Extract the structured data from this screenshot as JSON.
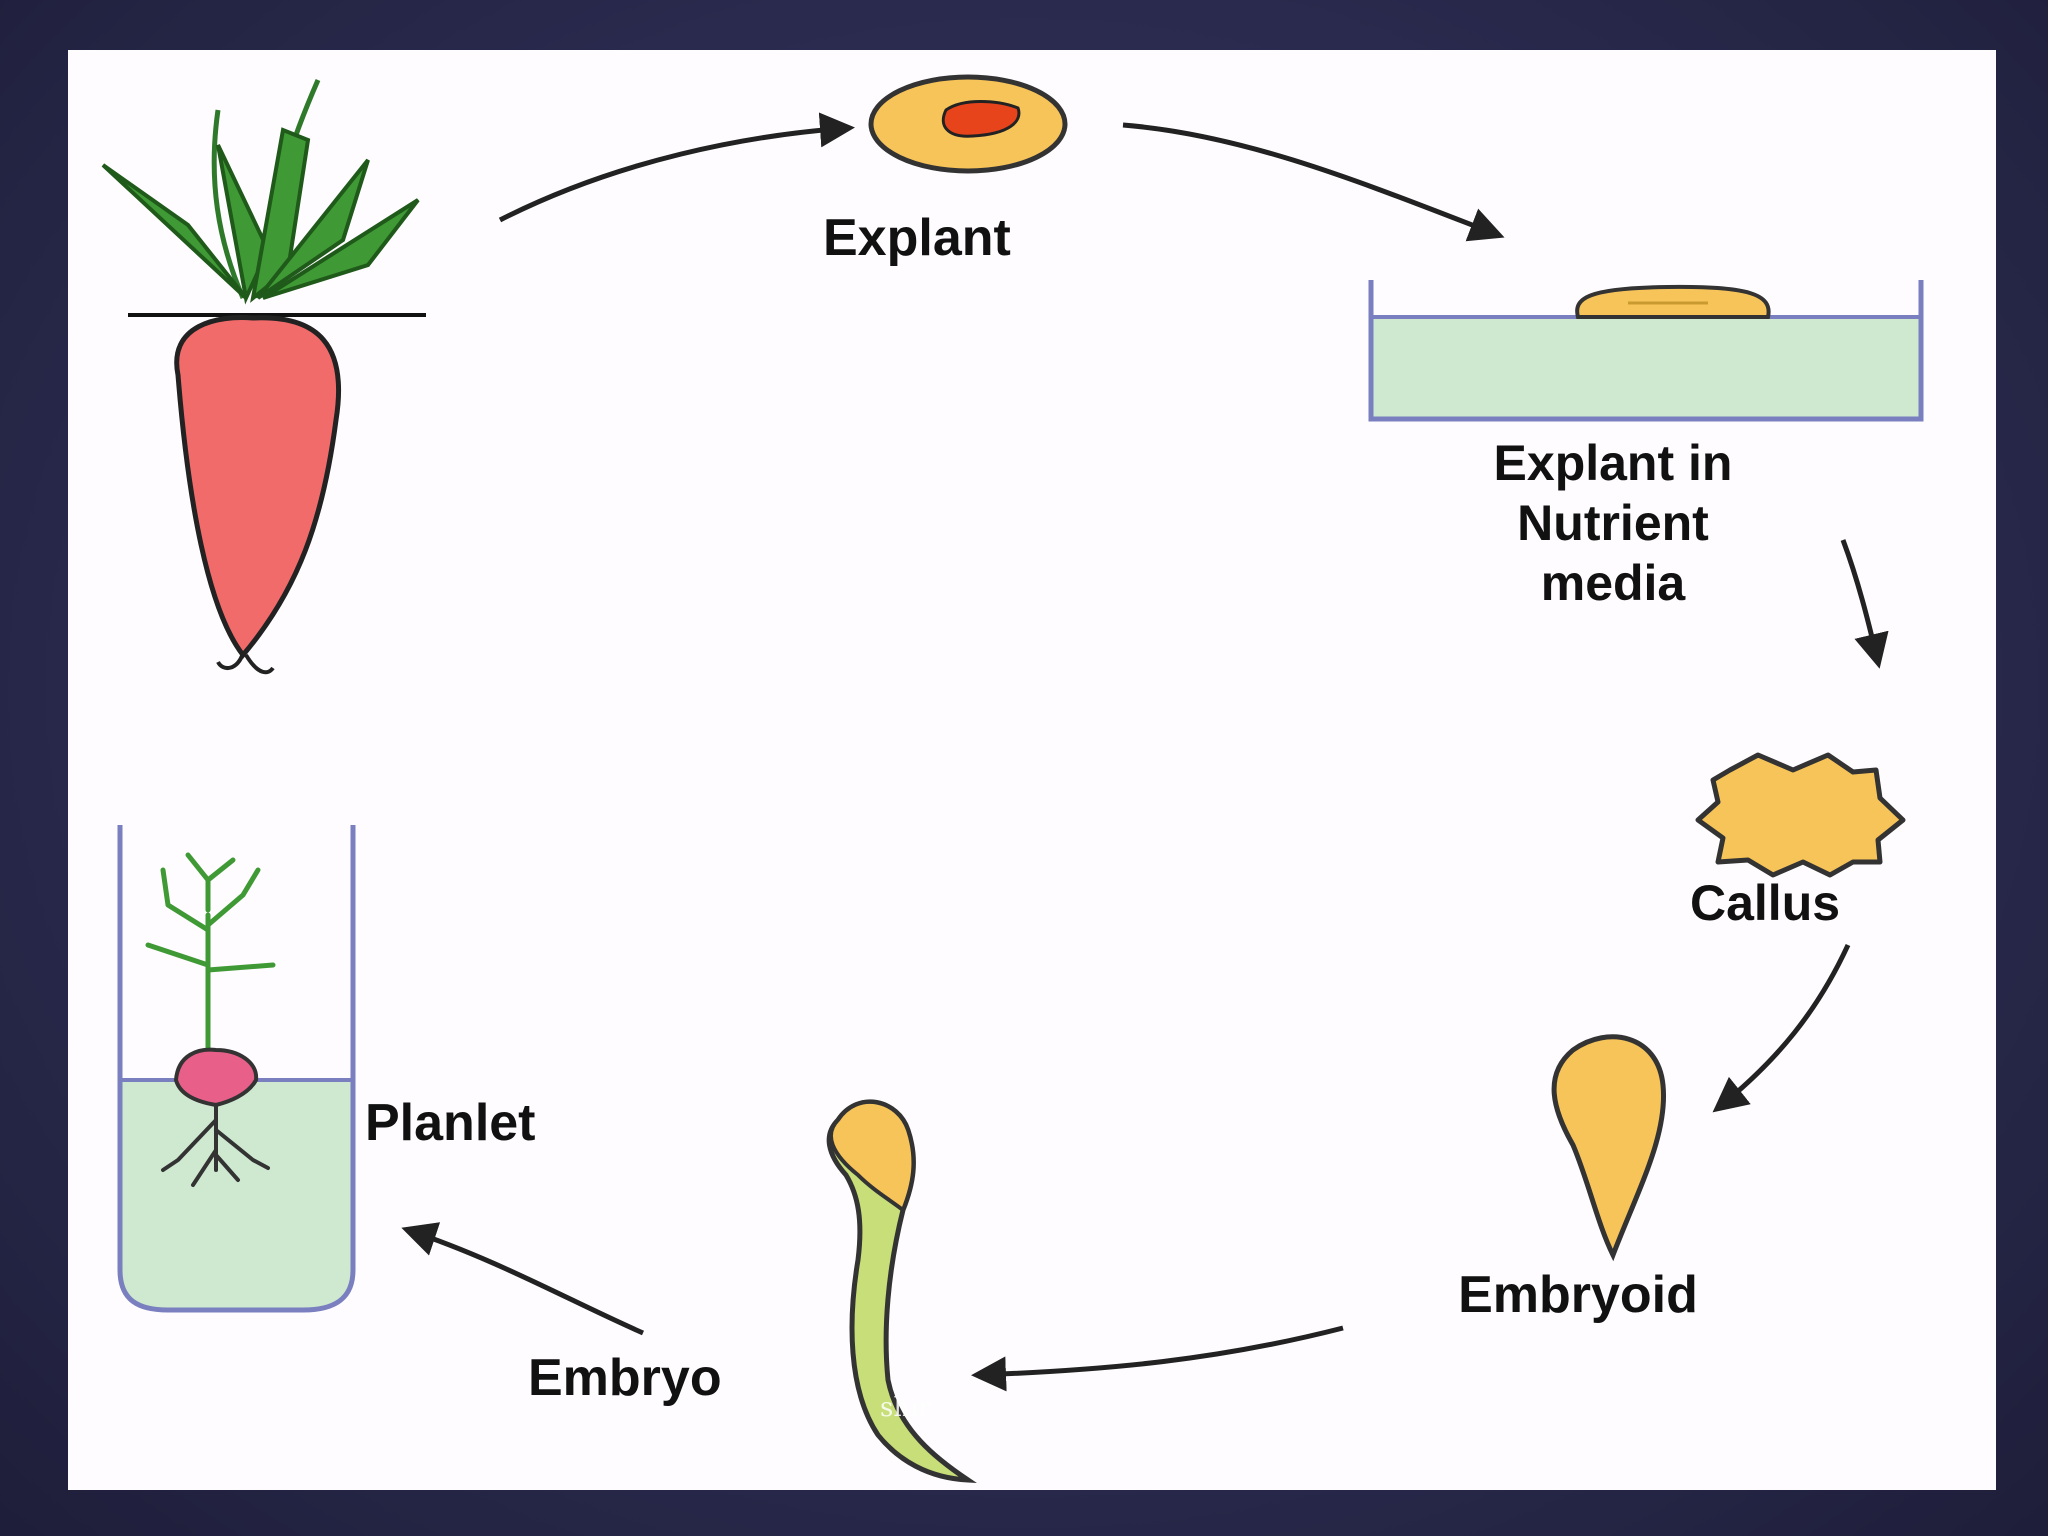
{
  "diagram": {
    "labels": {
      "explant": "Explant",
      "explant_media_line1": "Explant in",
      "explant_media_line2": "Nutrient",
      "explant_media_line3": "media",
      "callus": "Callus",
      "embryoid": "Embryoid",
      "embryo": "Embryo",
      "planlet": "Planlet"
    },
    "watermark": "shir",
    "colors": {
      "background": "#2b2b50",
      "panel": "#fefcfe",
      "carrot": "#f26b6b",
      "leaf": "#3f9a35",
      "tissue": "#f7c45a",
      "tissue_core": "#e8441c",
      "media": "#cfe9d0",
      "glass_outline": "#7a7fc0",
      "arrow": "#222222"
    },
    "icons": [
      "carrot-icon",
      "explant-icon",
      "petri-dish-icon",
      "callus-icon",
      "embryoid-icon",
      "embryo-icon",
      "test-tube-planlet-icon"
    ]
  }
}
